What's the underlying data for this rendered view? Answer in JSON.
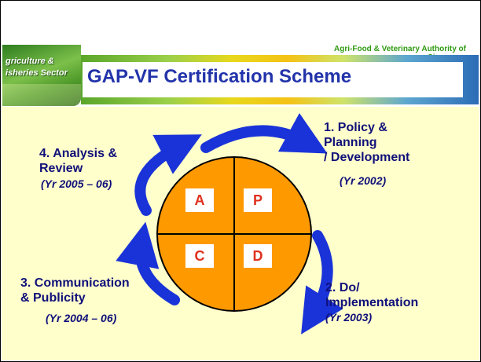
{
  "header": {
    "logo_text": "griculture &\nisheries Sector",
    "organization": "Agri-Food & Veterinary Authority of Singapore",
    "title": "GAP-VF Certification Scheme"
  },
  "quadrants": {
    "top_left": "A",
    "top_right": "P",
    "bottom_left": "C",
    "bottom_right": "D"
  },
  "phases": [
    {
      "label": "1. Policy &\nPlanning\n/ Development",
      "period": "(Yr 2002)"
    },
    {
      "label": "2. Do/\nImplementation",
      "period": "(Yr 2003)"
    },
    {
      "label": "3. Communication\n & Publicity",
      "period": "(Yr 2004 – 06)"
    },
    {
      "label": "4. Analysis &\nReview",
      "period": "(Yr 2005 – 06)"
    }
  ],
  "colors": {
    "circle_fill": "#ff9900",
    "arrow_fill": "#1a33d8",
    "quadrant_letter": "#e0301e",
    "title": "#2233aa",
    "content_background": "#ffffcc"
  }
}
